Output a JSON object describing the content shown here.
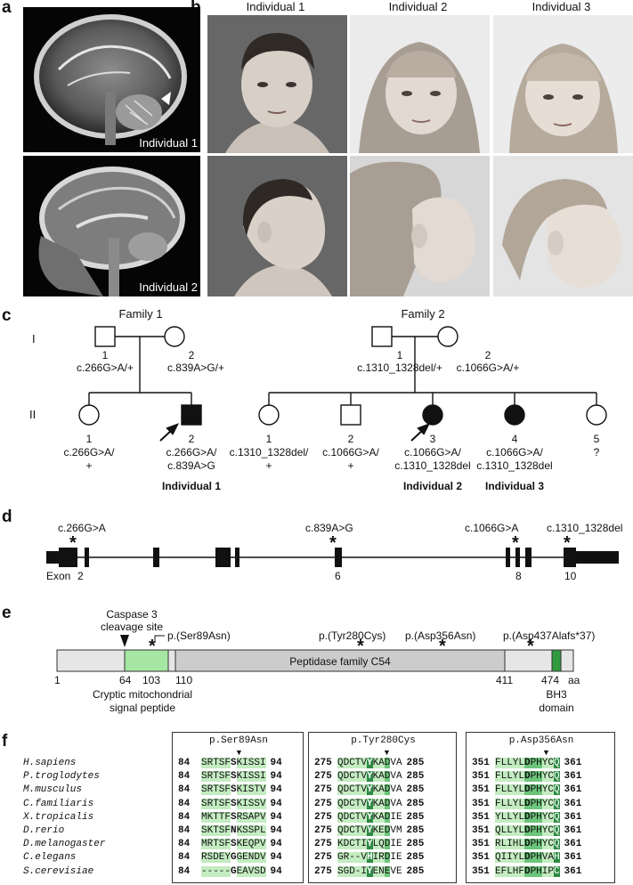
{
  "panels": {
    "a": "a",
    "b": "b",
    "c": "c",
    "d": "d",
    "e": "e",
    "f": "f"
  },
  "panel_a": {
    "label_1": "Individual 1",
    "label_2": "Individual 2"
  },
  "panel_b": {
    "headers": [
      "Individual 1",
      "Individual 2",
      "Individual 3"
    ]
  },
  "panel_c": {
    "family1": {
      "title": "Family 1",
      "gen1": "I",
      "gen2": "II",
      "p1_num": "1",
      "p1_geno": "c.266G>A/+",
      "p2_num": "2",
      "p2_geno": "c.839A>G/+",
      "c1_num": "1",
      "c1_geno_a": "c.266G>A/",
      "c1_geno_b": "+",
      "c2_num": "2",
      "c2_geno_a": "c.266G>A/",
      "c2_geno_b": "c.839A>G",
      "proband": "Individual 1"
    },
    "family2": {
      "title": "Family 2",
      "p1_num": "1",
      "p1_geno": "c.1310_1328del/+",
      "p2_num": "2",
      "p2_geno": "c.1066G>A/+",
      "c1_num": "1",
      "c1_geno_a": "c.1310_1328del/",
      "c1_geno_b": "+",
      "c2_num": "2",
      "c2_geno_a": "c.1066G>A/",
      "c2_geno_b": "+",
      "c3_num": "3",
      "c3_geno_a": "c.1066G>A/",
      "c3_geno_b": "c.1310_1328del",
      "c4_num": "4",
      "c4_geno_a": "c.1066G>A/",
      "c4_geno_b": "c.1310_1328del",
      "c5_num": "5",
      "c5_geno": "?",
      "ind2": "Individual 2",
      "ind3": "Individual 3"
    }
  },
  "panel_d": {
    "var1": "c.266G>A",
    "var2": "c.839A>G",
    "var3": "c.1066G>A",
    "var4": "c.1310_1328del",
    "exon_label": "Exon",
    "exon_nums": [
      "2",
      "6",
      "8",
      "10"
    ]
  },
  "panel_e": {
    "caspase_l1": "Caspase 3",
    "caspase_l2": "cleavage site",
    "var1": "p.(Ser89Asn)",
    "var2": "p.(Tyr280Cys)",
    "var3": "p.(Asp356Asn)",
    "var4": "p.(Asp437Alafs*37)",
    "domain": "Peptidase family C54",
    "pos": [
      "1",
      "64",
      "103",
      "110",
      "411",
      "474",
      "aa"
    ],
    "signal_l1": "Cryptic mitochondrial",
    "signal_l2": "signal peptide",
    "bh3_l1": "BH3",
    "bh3_l2": "domain",
    "colors": {
      "signal": "#a5e6a3",
      "bh3": "#2f9a3f",
      "protein": "#e6e6e6",
      "domain": "#cccccc"
    }
  },
  "panel_f": {
    "species": [
      "H.sapiens",
      "P.troglodytes",
      "M.musculus",
      "C.familiaris",
      "X.tropicalis",
      "D.rerio",
      "D.melanogaster",
      "C.elegans",
      "S.cerevisiae"
    ],
    "box1": {
      "title": "p.Ser89Asn",
      "start": "84",
      "end": "94",
      "seqs": [
        "SRTSFSKISSI",
        "SRTSFSKISSI",
        "SRTSFSKISTV",
        "SRTSFSKISSV",
        "MKTTFSRSAPV",
        "SKTSFNKSSPL",
        "MRTSFSKEQPV",
        "RSDEYGGENDV",
        "-----GEAVSD"
      ]
    },
    "box2": {
      "title": "p.Tyr280Cys",
      "start": "275",
      "end": "285",
      "seqs": [
        "QDCTVYKADVA",
        "QDCTVYKADVA",
        "QDCTVYKADVA",
        "QDCTVYKADVA",
        "QDCTVYKADIE",
        "QDCTVYKEDVM",
        "KDCTIYLQDIE",
        "GR--VHIRDIE",
        "SGD-IYENEVE"
      ]
    },
    "box3": {
      "title": "p.Asp356Asn",
      "start": "351",
      "end": "361",
      "seqs": [
        "FLLYLDPHYCQ",
        "FLLYLDPHYCQ",
        "FLLYLDPHYCQ",
        "FLLYLDPHYCQ",
        "YLLYLDPHYCQ",
        "QLLYLDPHYCQ",
        "RLIHLDPHYCQ",
        "QIIYLDPHVAH",
        "EFLHFDPHIPC"
      ]
    },
    "colors": {
      "light": "#c3ecc1",
      "mid": "#6cc57a",
      "dark": "#2e8a45"
    }
  }
}
